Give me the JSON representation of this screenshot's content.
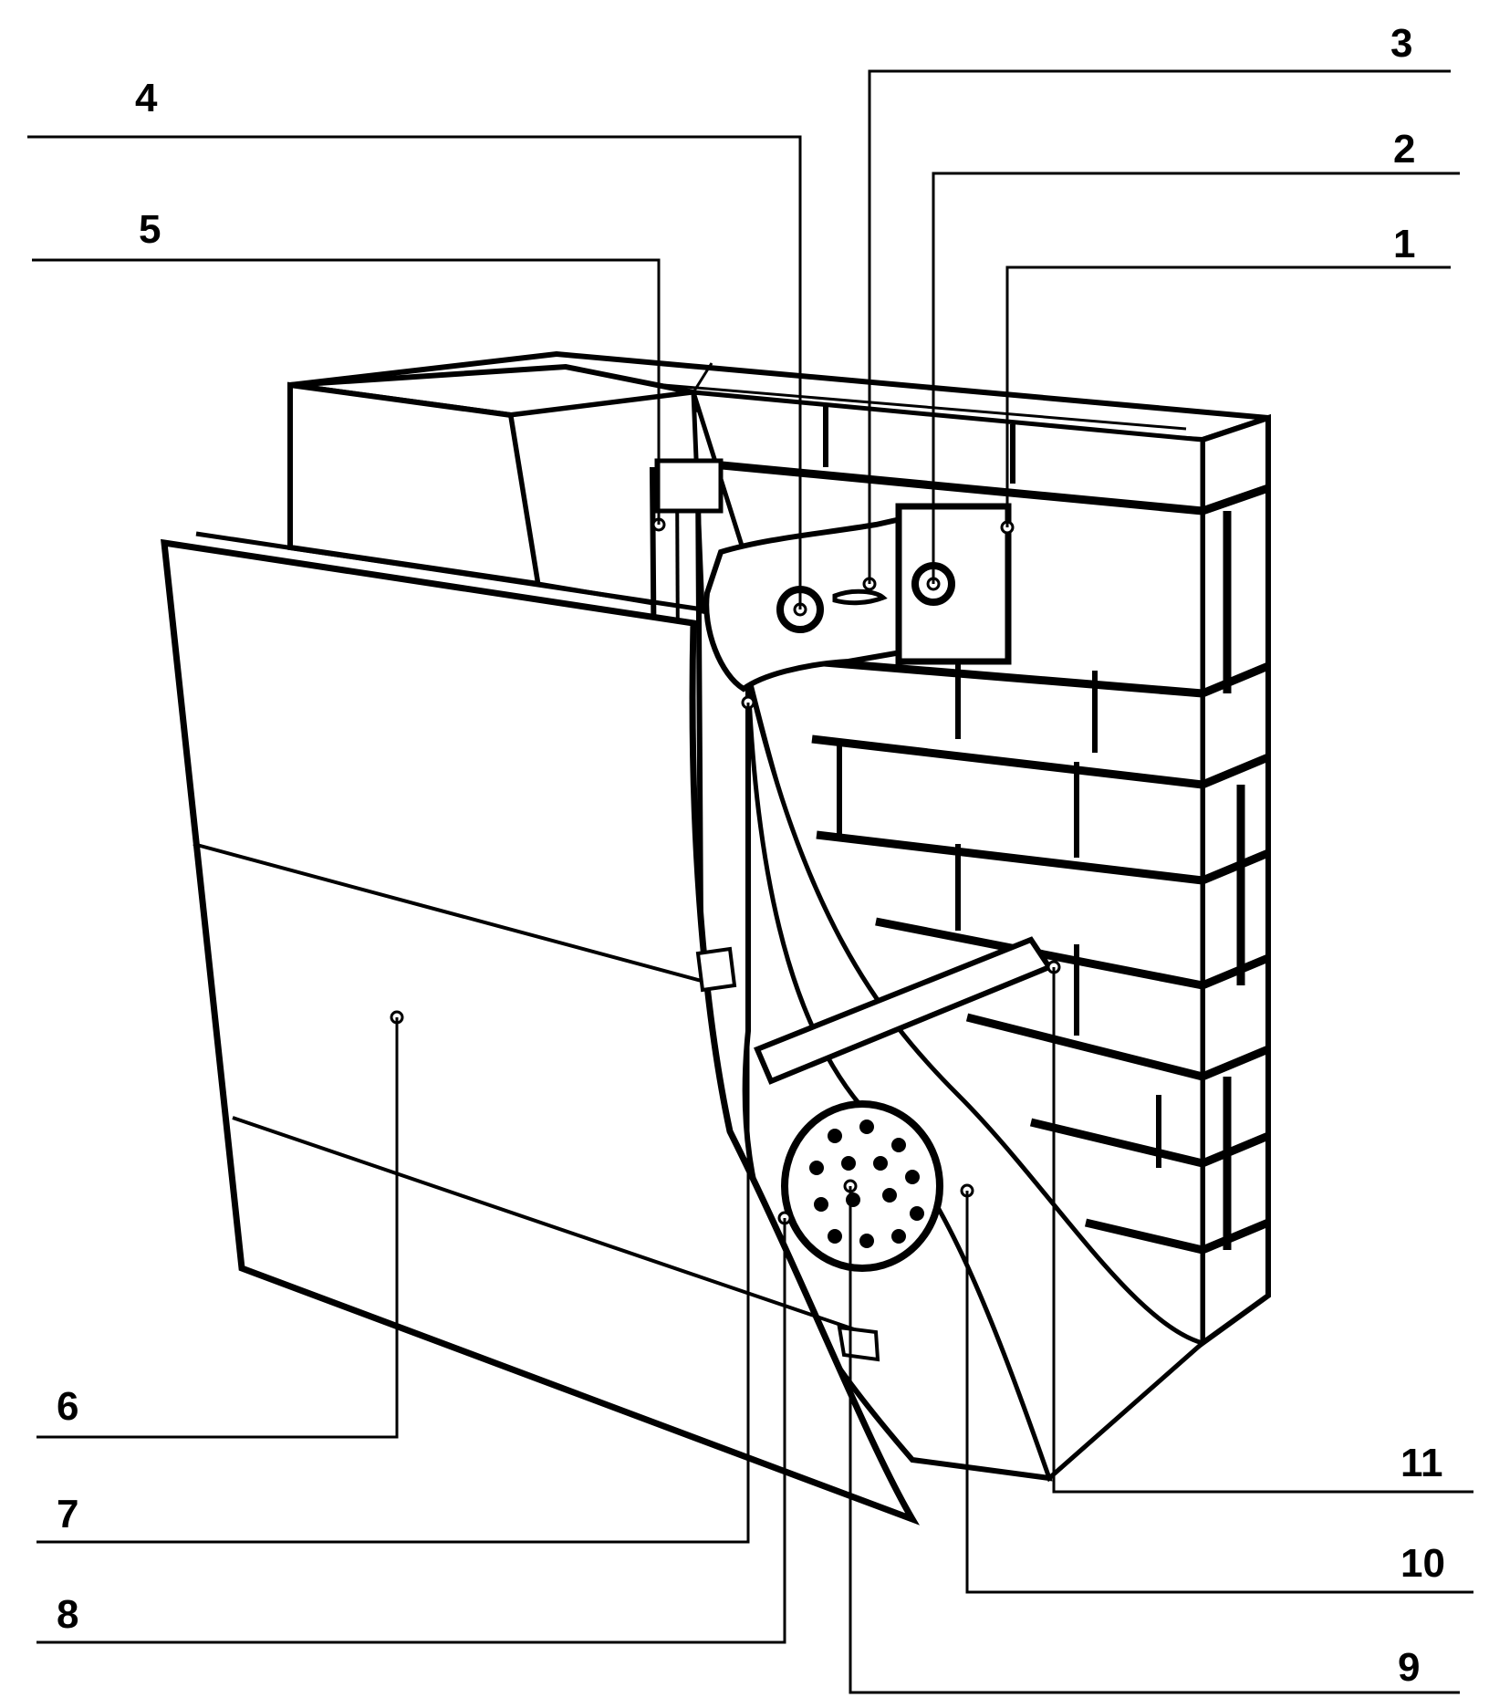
{
  "diagram": {
    "callouts": [
      {
        "id": "1",
        "label": "1"
      },
      {
        "id": "2",
        "label": "2"
      },
      {
        "id": "3",
        "label": "3"
      },
      {
        "id": "4",
        "label": "4"
      },
      {
        "id": "5",
        "label": "5"
      },
      {
        "id": "6",
        "label": "6"
      },
      {
        "id": "7",
        "label": "7"
      },
      {
        "id": "8",
        "label": "8"
      },
      {
        "id": "9",
        "label": "9"
      },
      {
        "id": "10",
        "label": "10"
      },
      {
        "id": "11",
        "label": "11"
      }
    ],
    "colors": {
      "ink": "#000000",
      "paper": "#ffffff",
      "mortar": "#1a1a1a"
    }
  }
}
